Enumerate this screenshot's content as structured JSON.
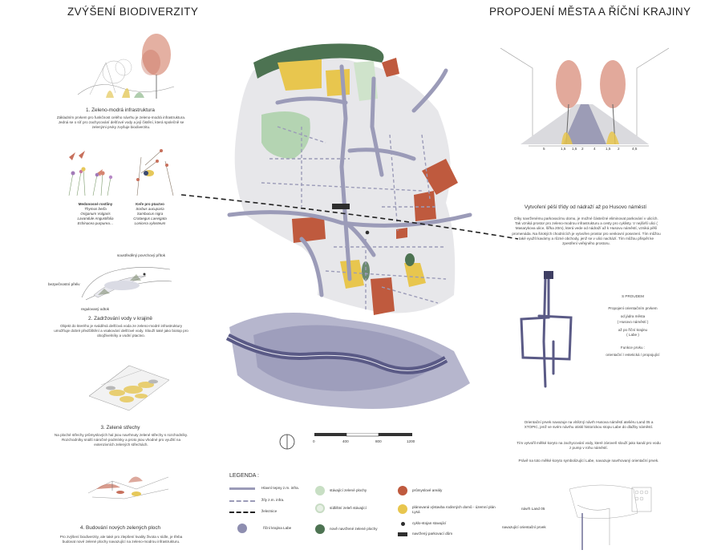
{
  "left_heading": "ZVÝŠENÍ BIODIVERZITY",
  "right_heading": "PROPOJENÍ MĚSTA A ŘÍČNÍ KRAJINY",
  "left_sections": {
    "s1": {
      "title": "1. Zeleno-modrá infrastruktura",
      "text": "Základním prvkem pro funkčnost celého návrhu je zeleno-modrá infrastruktura. Jedná se o síť pro zachycování dešťové vody a její čistění, která společně se zelenými prvky zvyšuje biodiverzitu."
    },
    "plants": {
      "honey_heading": "Medonosné rostliny",
      "honey": [
        "Thymus beďa",
        "Origanum Vulgaris",
        "Lavandule Angustifolia",
        "Echinacea purpurea…"
      ],
      "bird_heading": "Keře pro ptactvo",
      "bird": [
        "Sorbus aucuparia",
        "Sambucus nigra",
        "Crataegus Laevigata",
        "Lonicera xylosteum"
      ]
    },
    "s2": {
      "lbl_overflow": "soustředěný povrchový přítok",
      "lbl_safety": "bezpečnostní přeliv",
      "lbl_outflow": "regulovaný odtok",
      "title": "2. Zadržování vody v krajině",
      "text": "Objekt do kterého je sváděná dešťová voda ze zeleno-modré infrastruktury umožňuje dobré předčištění a vsakování dešťové vody. Slouží také jako biotop pro obojživelníky a vodní ptactvo."
    },
    "s3": {
      "title": "3. Zelené střechy",
      "text": "Na ploché střechy průmyslových hal jsou navrhnuty zelené střechy s rozchodníky. Rozchodníky snáší náročné podmínky a proto jsou vhodné pro využití na extenzivních zelených střechách."
    },
    "s4": {
      "title": "4. Budování nových zelených ploch",
      "text": "Pro zvýšení biodiverzity, ale také pro zlepšení kvality života v sídle, je třeba budovat nové zelené plochy navazující na zeleno-modrou infrastrukturu."
    }
  },
  "right_sections": {
    "section_dims": [
      "5",
      "1,5",
      "1,5",
      "2",
      "4",
      "1,5",
      "2",
      "4,5"
    ],
    "title": "Vytvoření pěší třídy od nádraží až po Husovo náměstí",
    "text": "Díky navrženému parkovacímu domu, je možné částečné eliminovat parkování v ulicích. Tak vzniká prostor pro zeleno-modrou infrastrukturu a cesty pro cyklisty. V nejširší ulici ( Masarykova ulice, šířka 20m), která vede od nádraží až k Husovu náměstí, vzniká pěší promenáda. Na širokých chodnících je vytvořen prostor pro venkovní posezení. Tím můžou také využít kavárny a různé obchody, jenž se v ulici nachází. Tím můžou přispět ke zpestření veřejného prostoru.",
    "flow": {
      "title": "S PROUDEM",
      "l1": "Propojení orientačním prvkem",
      "l2": "od jádra města",
      "l3": "( Husovo náměstí )",
      "l4": "až po říční krajinu",
      "l5": "( Labe )",
      "l6": "Funkce prvku :",
      "l7": "orientační / estetická / propojující"
    },
    "text2": "Orientační prvek navazuje na vítězný návrh Husova náměstí ateliéru Land 05 a XTOPIC, jenž ve svém návrhu otiskl historickou stopu Labe do dlažby náměstí.",
    "text3": "Tím vytvořil mělké koryto na zachycování vody, které zároveň slouží jako kanál pro vodu z pump v rohu náměstí.",
    "text4": "Právě na toto mělké koryto symbolizující Labe, navazuje navrhovaný orientační prvek.",
    "detail_lbl1": "návrh Land 05",
    "detail_lbl2": "navazující orientační prvek"
  },
  "scale": {
    "ticks": [
      "0",
      "400",
      "800",
      "1200"
    ]
  },
  "legend": {
    "title": "LEGENDA :",
    "items": {
      "main_routes": "Hlavní tepny z.m. infra.",
      "minor_routes": "žíly z.m. infra.",
      "railway": "železnice",
      "river": "říční krajina Labe",
      "existing_green": "stávající zelené plochy",
      "housing_green": "sídlištní zeleň stávající",
      "new_green": "nově navržené zelené plochy",
      "industrial": "průmyslové areály",
      "family_houses": "plánovaná výstavba rodinných domů - územní plán Lysá",
      "bike_stand": "cyklo-stojan stavající",
      "parking_house": "navržený parkovací dům"
    }
  },
  "colors": {
    "route": "#9b9bb8",
    "route_dark": "#5a5a86",
    "green": "#a8cfa4",
    "dark_green": "#4d7352",
    "industrial": "#bf5a3e",
    "yellow": "#e8c64e",
    "river": "#6d6d96",
    "tree_red": "#d68570"
  }
}
